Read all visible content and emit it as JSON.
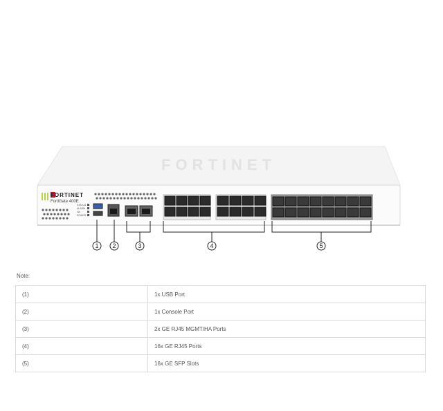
{
  "device": {
    "brand_logo": "FORTINET",
    "model_label": "FortiGate 400E",
    "top_watermark": "FORTINET",
    "status_leds": [
      "STATUS",
      "ALARM",
      "HA",
      "POWER"
    ],
    "callouts": [
      "1",
      "2",
      "3",
      "4",
      "5"
    ]
  },
  "note_label": "Note:",
  "ports_table": {
    "rows": [
      {
        "id": "(1)",
        "desc": "1x USB Port"
      },
      {
        "id": "(2)",
        "desc": "1x Console Port"
      },
      {
        "id": "(3)",
        "desc": "2x GE RJ45 MGMT/HA Ports"
      },
      {
        "id": "(4)",
        "desc": "16x GE RJ45 Ports"
      },
      {
        "id": "(5)",
        "desc": "16x GE SFP Slots"
      }
    ]
  }
}
